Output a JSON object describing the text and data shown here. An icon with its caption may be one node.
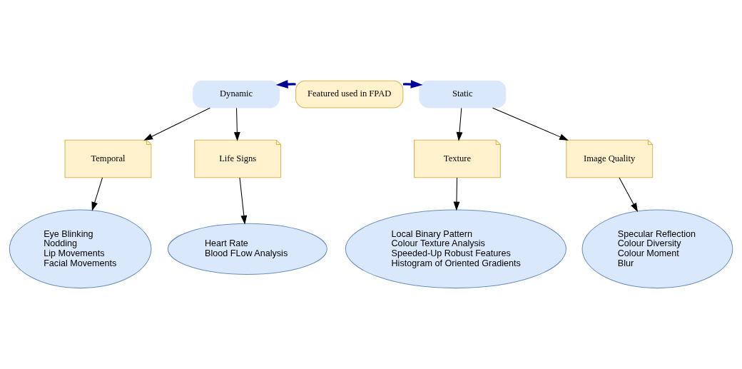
{
  "diagram": {
    "nodes": [
      {
        "text": [
          "Featured used in FPAD"
        ]
      },
      {
        "text": [
          "Dynamic"
        ]
      },
      {
        "text": [
          "Static"
        ]
      },
      {
        "text": [
          "Temporal"
        ]
      },
      {
        "text": [
          "Life Signs"
        ]
      },
      {
        "text": [
          "Texture"
        ]
      },
      {
        "text": [
          "Image Quality"
        ]
      },
      {
        "text": [
          "Eye Blinking",
          "Nodding",
          "Lip Movements",
          "Facial Movements"
        ]
      },
      {
        "text": [
          "Heart Rate",
          "Blood FLow Analysis"
        ]
      },
      {
        "text": [
          "Local Binary Pattern",
          "Colour Texture Analysis",
          "Speeded-Up Robust Features",
          "Histogram of Oriented Gradients"
        ]
      },
      {
        "text": [
          "Specular Reflection",
          "Colour Diversity",
          "Colour Moment",
          "Blur"
        ]
      }
    ],
    "edges": [
      {
        "from": 0,
        "to": 1,
        "arrow": "to",
        "style": "thick",
        "color": "#000099"
      },
      {
        "from": 0,
        "to": 2,
        "arrow": "to",
        "style": "thick",
        "color": "#000099"
      },
      {
        "from": 1,
        "to": 3,
        "arrow": "to"
      },
      {
        "from": 1,
        "to": 4,
        "arrow": "to"
      },
      {
        "from": 2,
        "to": 5,
        "arrow": "to"
      },
      {
        "from": 2,
        "to": 6,
        "arrow": "to"
      },
      {
        "from": 3,
        "to": 7,
        "arrow": "to"
      },
      {
        "from": 4,
        "to": 8,
        "arrow": "to"
      },
      {
        "from": 5,
        "to": 9,
        "arrow": "to"
      },
      {
        "from": 6,
        "to": 10,
        "arrow": "to"
      }
    ]
  }
}
